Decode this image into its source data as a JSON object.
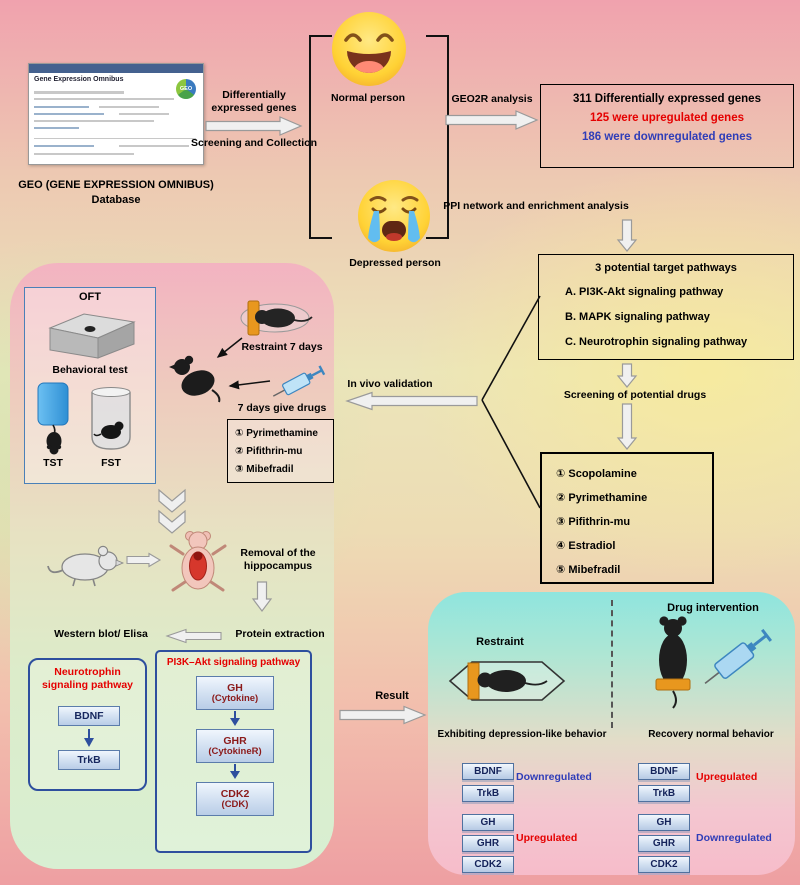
{
  "colors": {
    "upregulated_red": "#e50000",
    "downregulated_blue": "#2f3db8",
    "pathway_border_blue": "#2e4f9e",
    "node_text_navy": "#16275e",
    "node_text_dark_red": "#8b1a1a"
  },
  "geo_site": {
    "title": "Gene Expression Omnibus",
    "logo": "GEO",
    "caption_line1": "GEO (GENE EXPRESSION OMNIBUS)",
    "caption_line2": "Database"
  },
  "flow": {
    "deg_label_line1": "Differentially",
    "deg_label_line2": "expressed genes",
    "screening_collection": "Screening and Collection",
    "geo2r": "GEO2R analysis",
    "ppi": "PPI network and enrichment analysis",
    "screening_drugs": "Screening of potential drugs",
    "in_vivo": "In vivo validation",
    "result": "Result"
  },
  "persons": {
    "normal": "Normal person",
    "depressed": "Depressed person"
  },
  "deg_box": {
    "total": "311 Differentially expressed genes",
    "up": "125 were upregulated genes",
    "down": "186 were downregulated genes"
  },
  "pathways_box": {
    "title": "3 potential target pathways",
    "items": [
      "A.  PI3K-Akt signaling pathway",
      "B.  MAPK signaling pathway",
      "C.  Neurotrophin signaling pathway"
    ]
  },
  "drugs_box": {
    "items": [
      "① Scopolamine",
      "② Pyrimethamine",
      "③ Pifithrin-mu",
      "④ Estradiol",
      "⑤ Mibefradil"
    ]
  },
  "experiment": {
    "oft": "OFT",
    "behavioral_test": "Behavioral test",
    "tst": "TST",
    "fst": "FST",
    "restraint_7_days": "Restraint 7 days",
    "give_drugs": "7 days give drugs",
    "drug_items": [
      "① Pyrimethamine",
      "② Pifithrin-mu",
      "③ Mibefradil"
    ],
    "removal_line1": "Removal of the",
    "removal_line2": "hippocampus",
    "western_blot": "Western blot/ Elisa",
    "protein_extraction": "Protein extraction"
  },
  "neurotrophin_panel": {
    "title_line1": "Neurotrophin",
    "title_line2": "signaling pathway",
    "node1": "BDNF",
    "node2": "TrkB"
  },
  "pi3k_panel": {
    "title": "PI3K–Akt signaling pathway",
    "node1_line1": "GH",
    "node1_line2": "(Cytokine)",
    "node2_line1": "GHR",
    "node2_line2": "(CytokineR)",
    "node3_line1": "CDK2",
    "node3_line2": "(CDK)"
  },
  "result_panel": {
    "left": {
      "title": "Restraint",
      "caption": "Exhibiting depression-like behavior",
      "group1_items": [
        "BDNF",
        "TrkB"
      ],
      "group1_status": "Downregulated",
      "group2_items": [
        "GH",
        "GHR",
        "CDK2"
      ],
      "group2_status": "Upregulated"
    },
    "right": {
      "title": "Drug intervention",
      "caption": "Recovery normal behavior",
      "group1_items": [
        "BDNF",
        "TrkB"
      ],
      "group1_status": "Upregulated",
      "group2_items": [
        "GH",
        "GHR",
        "CDK2"
      ],
      "group2_status": "Downregulated"
    }
  }
}
